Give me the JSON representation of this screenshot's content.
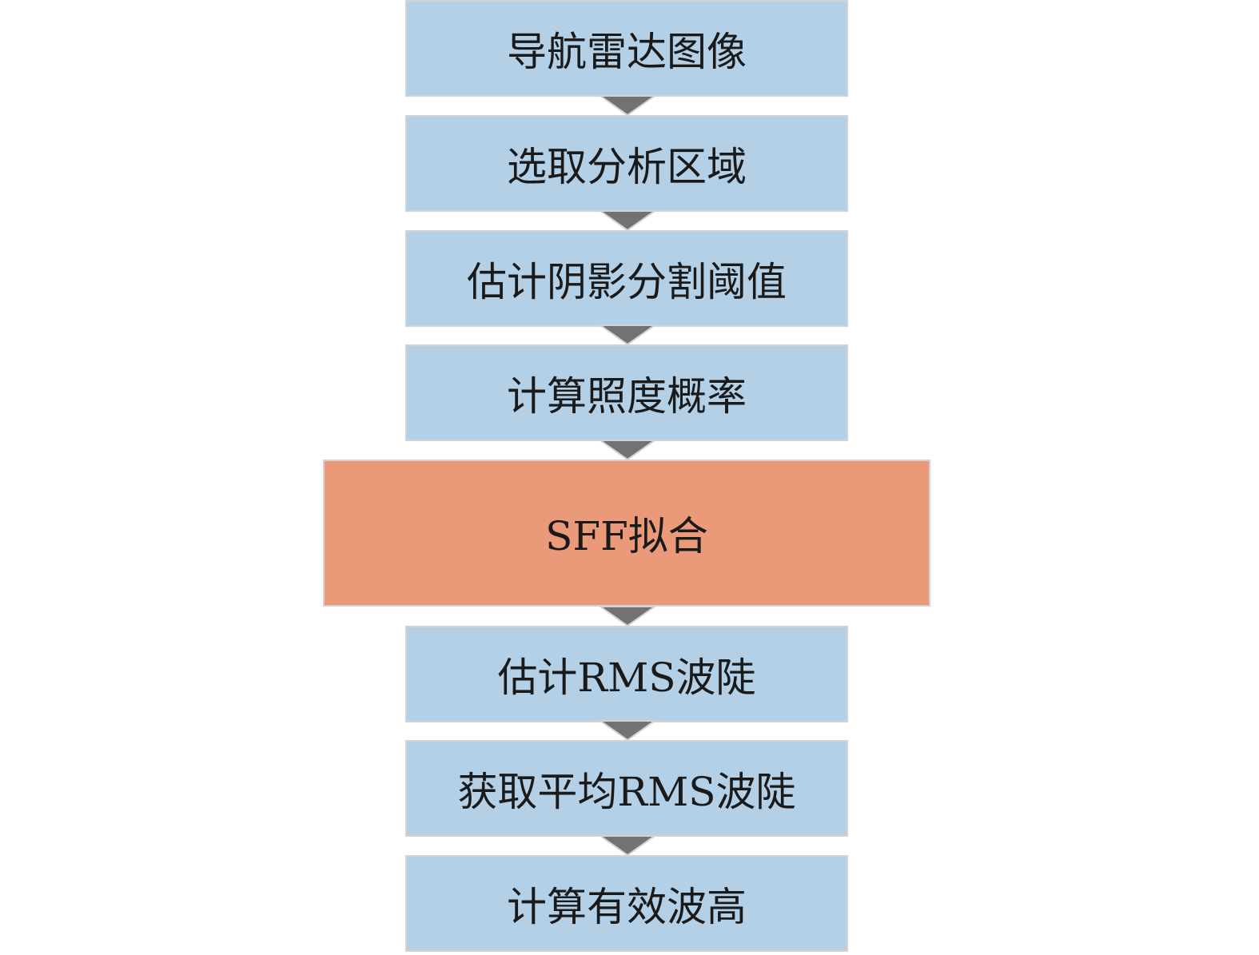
{
  "flowchart": {
    "steps": [
      {
        "label": "导航雷达图像",
        "highlight": false
      },
      {
        "label": "选取分析区域",
        "highlight": false
      },
      {
        "label": "估计阴影分割阈值",
        "highlight": false
      },
      {
        "label": "计算照度概率",
        "highlight": false
      },
      {
        "label": "SFF拟合",
        "highlight": true
      },
      {
        "label": "估计RMS波陡",
        "highlight": false
      },
      {
        "label": "获取平均RMS波陡",
        "highlight": false
      },
      {
        "label": "计算有效波高",
        "highlight": false
      }
    ],
    "colors": {
      "step": "#b3d0e7",
      "highlight": "#ea9a78",
      "arrow": "#727272",
      "border": "#d2d2d2"
    }
  }
}
